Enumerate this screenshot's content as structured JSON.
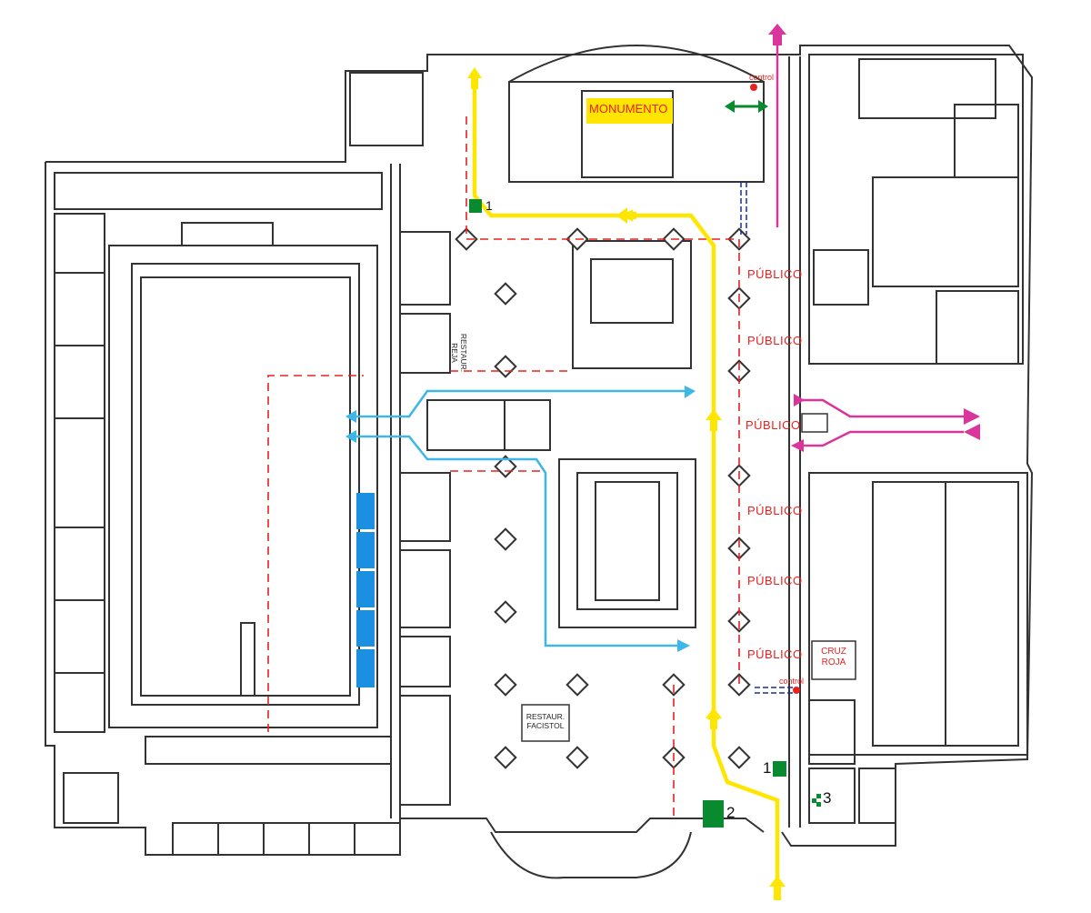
{
  "labels": {
    "monumento": "MONUMENTO",
    "control_top": "control",
    "control_bottom": "control",
    "publico": [
      "PÚBLICO",
      "PÚBLICO",
      "PÚBLICO",
      "PÚBLICO",
      "PÚBLICO",
      "PÚBLICO"
    ],
    "cruz_roja_1": "CRUZ",
    "cruz_roja_2": "ROJA",
    "restaur_reja_1": "RESTAUR.",
    "restaur_reja_2": "REJA",
    "restaur_facistol_1": "RESTAUR.",
    "restaur_facistol_2": "FACISTOL",
    "marker_1_top": "1",
    "marker_1_bottom": "1",
    "marker_2": "2",
    "marker_3": "3"
  },
  "colors": {
    "yellow_route": "#ffe600",
    "magenta_route": "#d9359b",
    "cyan_route": "#3cb7e8",
    "green_marker": "#0a8a2e",
    "red_barrier": "#e8211f",
    "navy_barrier": "#1c2f8f",
    "blue_zone": "#1b8fe0",
    "wall": "#333333"
  }
}
